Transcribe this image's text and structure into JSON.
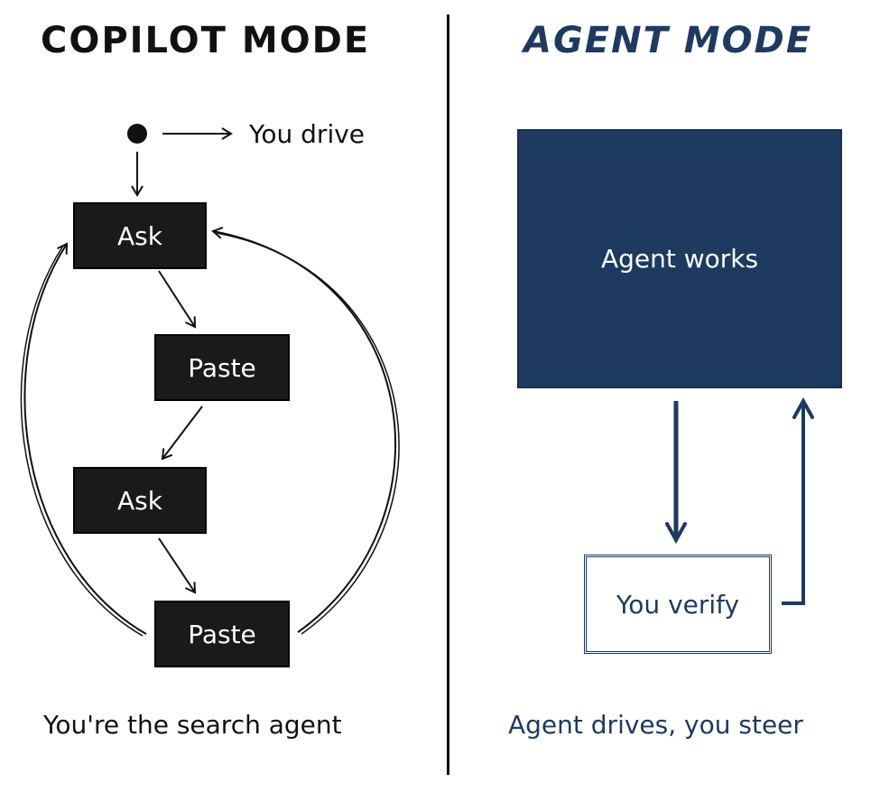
{
  "colors": {
    "copilot_ink": "#111111",
    "agent_navy": "#1e3a5f",
    "box_dark": "#1a1a1a",
    "background": "#ffffff"
  },
  "copilot": {
    "title": "COPILOT MODE",
    "start_label": "You drive",
    "steps": [
      "Ask",
      "Paste",
      "Ask",
      "Paste"
    ],
    "caption": "You're the search agent"
  },
  "agent": {
    "title": "AGENT MODE",
    "work_box": "Agent works",
    "verify_box": "You verify",
    "caption": "Agent drives, you steer"
  }
}
